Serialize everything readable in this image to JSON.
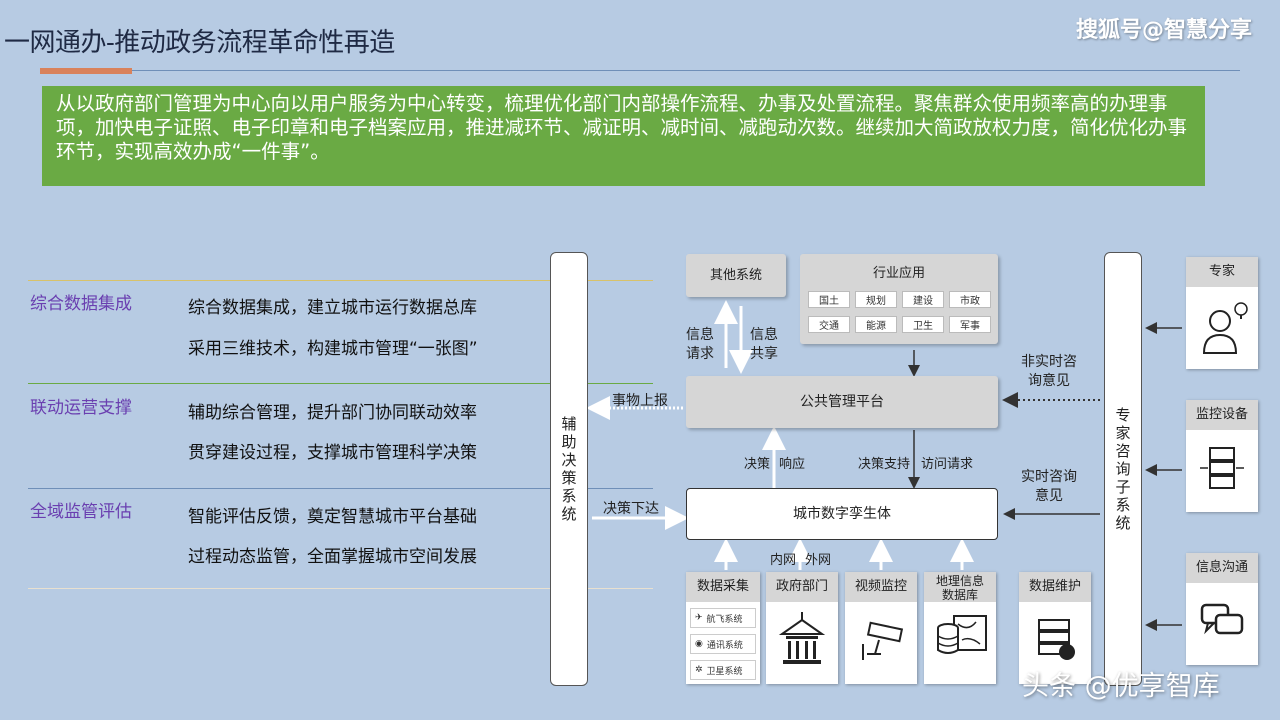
{
  "title": "一网通办-推动政务流程革命性再造",
  "watermark_top": "搜狐号@智慧分享",
  "watermark_bottom": "头条 @优享智库",
  "banner": "从以政府部门管理为中心向以用户服务为中心转变，梳理优化部门内部操作流程、办事及处置流程。聚焦群众使用频率高的办理事项，加快电子证照、电子印章和电子档案应用，推进减环节、减证明、减时间、减跑动次数。继续加大简政放权力度，简化优化办事环节，实现高效办成“一件事”。",
  "colors": {
    "accent": "#d9825b",
    "banner": "#6aaa44",
    "category": "#6a3fb0"
  },
  "categories": [
    {
      "label": "综合数据集成",
      "items": [
        "综合数据集成，建立城市运行数据总库",
        "采用三维技术，构建城市管理“一张图”"
      ]
    },
    {
      "label": "联动运营支撑",
      "items": [
        "辅助综合管理，提升部门协同联动效率",
        "贯穿建设过程，支撑城市管理科学决策"
      ]
    },
    {
      "label": "全域监管评估",
      "items": [
        "智能评估反馈，奠定智慧城市平台基础",
        "过程动态监管，全面掌握城市空间发展"
      ]
    }
  ],
  "diagram": {
    "left_pillar": "辅助决策系统",
    "right_pillar": "专家咨询子系统",
    "other_systems": "其他系统",
    "industry": {
      "title": "行业应用",
      "chips": [
        "国土",
        "规划",
        "建设",
        "市政",
        "交通",
        "能源",
        "卫生",
        "军事"
      ]
    },
    "info_request": "信息请求",
    "info_share": "信息共享",
    "public_platform": "公共管理平台",
    "digital_twin": "城市数字孪生体",
    "event_report": "事物上报",
    "decision_issue": "决策下达",
    "non_realtime": "非实时咨询意见",
    "realtime": "实时咨询意见",
    "decision": "决策",
    "response": "响应",
    "decision_support": "决策支持",
    "access_request": "访问请求",
    "intranet": "内网",
    "extranet": "外网",
    "bottom_cards": {
      "data_collection": {
        "title": "数据采集",
        "subs": [
          "航飞系统",
          "通讯系统",
          "卫星系统"
        ]
      },
      "gov_dept": "政府部门",
      "video": "视频监控",
      "geo_db": "地理信息数据库",
      "data_maint": "数据维护"
    },
    "right_cards": [
      "专家",
      "监控设备",
      "信息沟通"
    ]
  }
}
